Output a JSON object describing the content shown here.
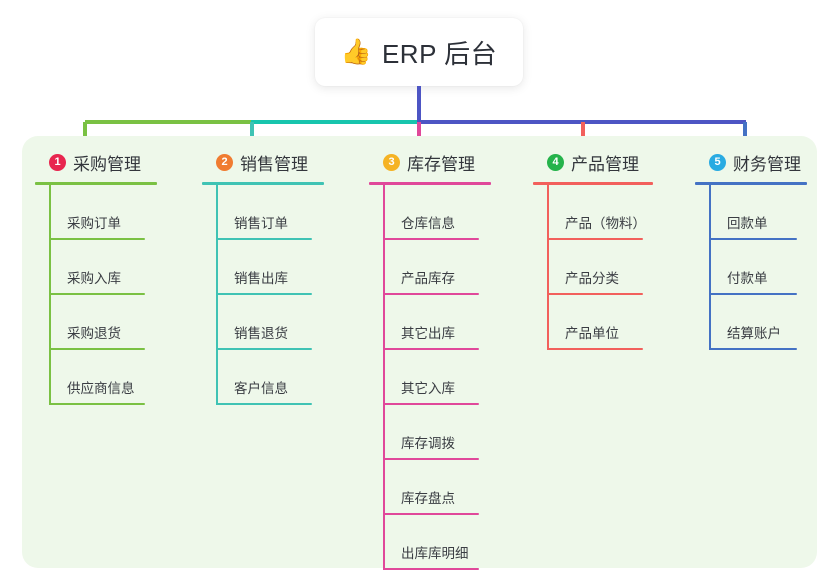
{
  "diagram": {
    "type": "mind-map",
    "root": {
      "emoji": "👍",
      "emoji_name": "thumbs-up-emoji",
      "title": "ERP 后台"
    },
    "panel_background": "#eef8ea",
    "bus_segments": [
      {
        "name": "bus-segment-green",
        "color": "#7ac143"
      },
      {
        "name": "bus-segment-teal",
        "color": "#17c5ad"
      },
      {
        "name": "bus-segment-indigo",
        "color": "#4d55c4"
      }
    ],
    "columns": [
      {
        "index": "1",
        "title": "采购管理",
        "badge_color": "#e8264f",
        "line_color": "#7ac143",
        "items": [
          "采购订单",
          "采购入库",
          "采购退货",
          "供应商信息"
        ]
      },
      {
        "index": "2",
        "title": "销售管理",
        "badge_color": "#f07c31",
        "line_color": "#3fc3b4",
        "items": [
          "销售订单",
          "销售出库",
          "销售退货",
          "客户信息"
        ]
      },
      {
        "index": "3",
        "title": "库存管理",
        "badge_color": "#f5b324",
        "line_color": "#e0489a",
        "items": [
          "仓库信息",
          "产品库存",
          "其它出库",
          "其它入库",
          "库存调拨",
          "库存盘点",
          "出库库明细"
        ]
      },
      {
        "index": "4",
        "title": "产品管理",
        "badge_color": "#25b34b",
        "line_color": "#f2605c",
        "items": [
          "产品（物料）",
          "产品分类",
          "产品单位"
        ]
      },
      {
        "index": "5",
        "title": "财务管理",
        "badge_color": "#29abe2",
        "line_color": "#4472c4",
        "items": [
          "回款单",
          "付款单",
          "结算账户"
        ]
      }
    ]
  }
}
